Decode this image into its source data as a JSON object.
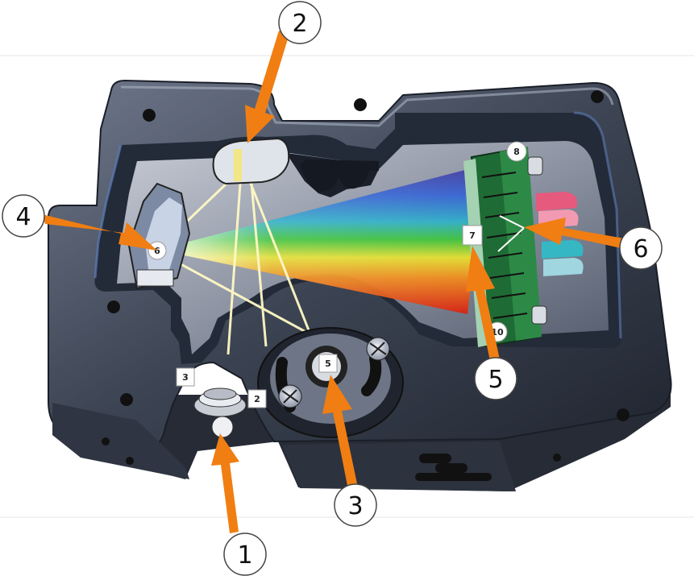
{
  "diagram": {
    "callouts": [
      {
        "id": "1",
        "label": "1"
      },
      {
        "id": "2",
        "label": "2"
      },
      {
        "id": "3",
        "label": "3"
      },
      {
        "id": "4",
        "label": "4"
      },
      {
        "id": "5",
        "label": "5"
      },
      {
        "id": "6",
        "label": "6"
      }
    ],
    "small_labels": [
      {
        "id": "s2",
        "label": "2"
      },
      {
        "id": "s3",
        "label": "3"
      },
      {
        "id": "s5",
        "label": "5"
      },
      {
        "id": "s6",
        "label": "6"
      },
      {
        "id": "s7",
        "label": "7"
      },
      {
        "id": "s8",
        "label": "8"
      },
      {
        "id": "s10",
        "label": "10"
      }
    ],
    "colors": {
      "housing": "#3a4150",
      "housing_light": "#8a93a6",
      "arrow": "#f07e12",
      "cavity": "#1c2230"
    }
  }
}
